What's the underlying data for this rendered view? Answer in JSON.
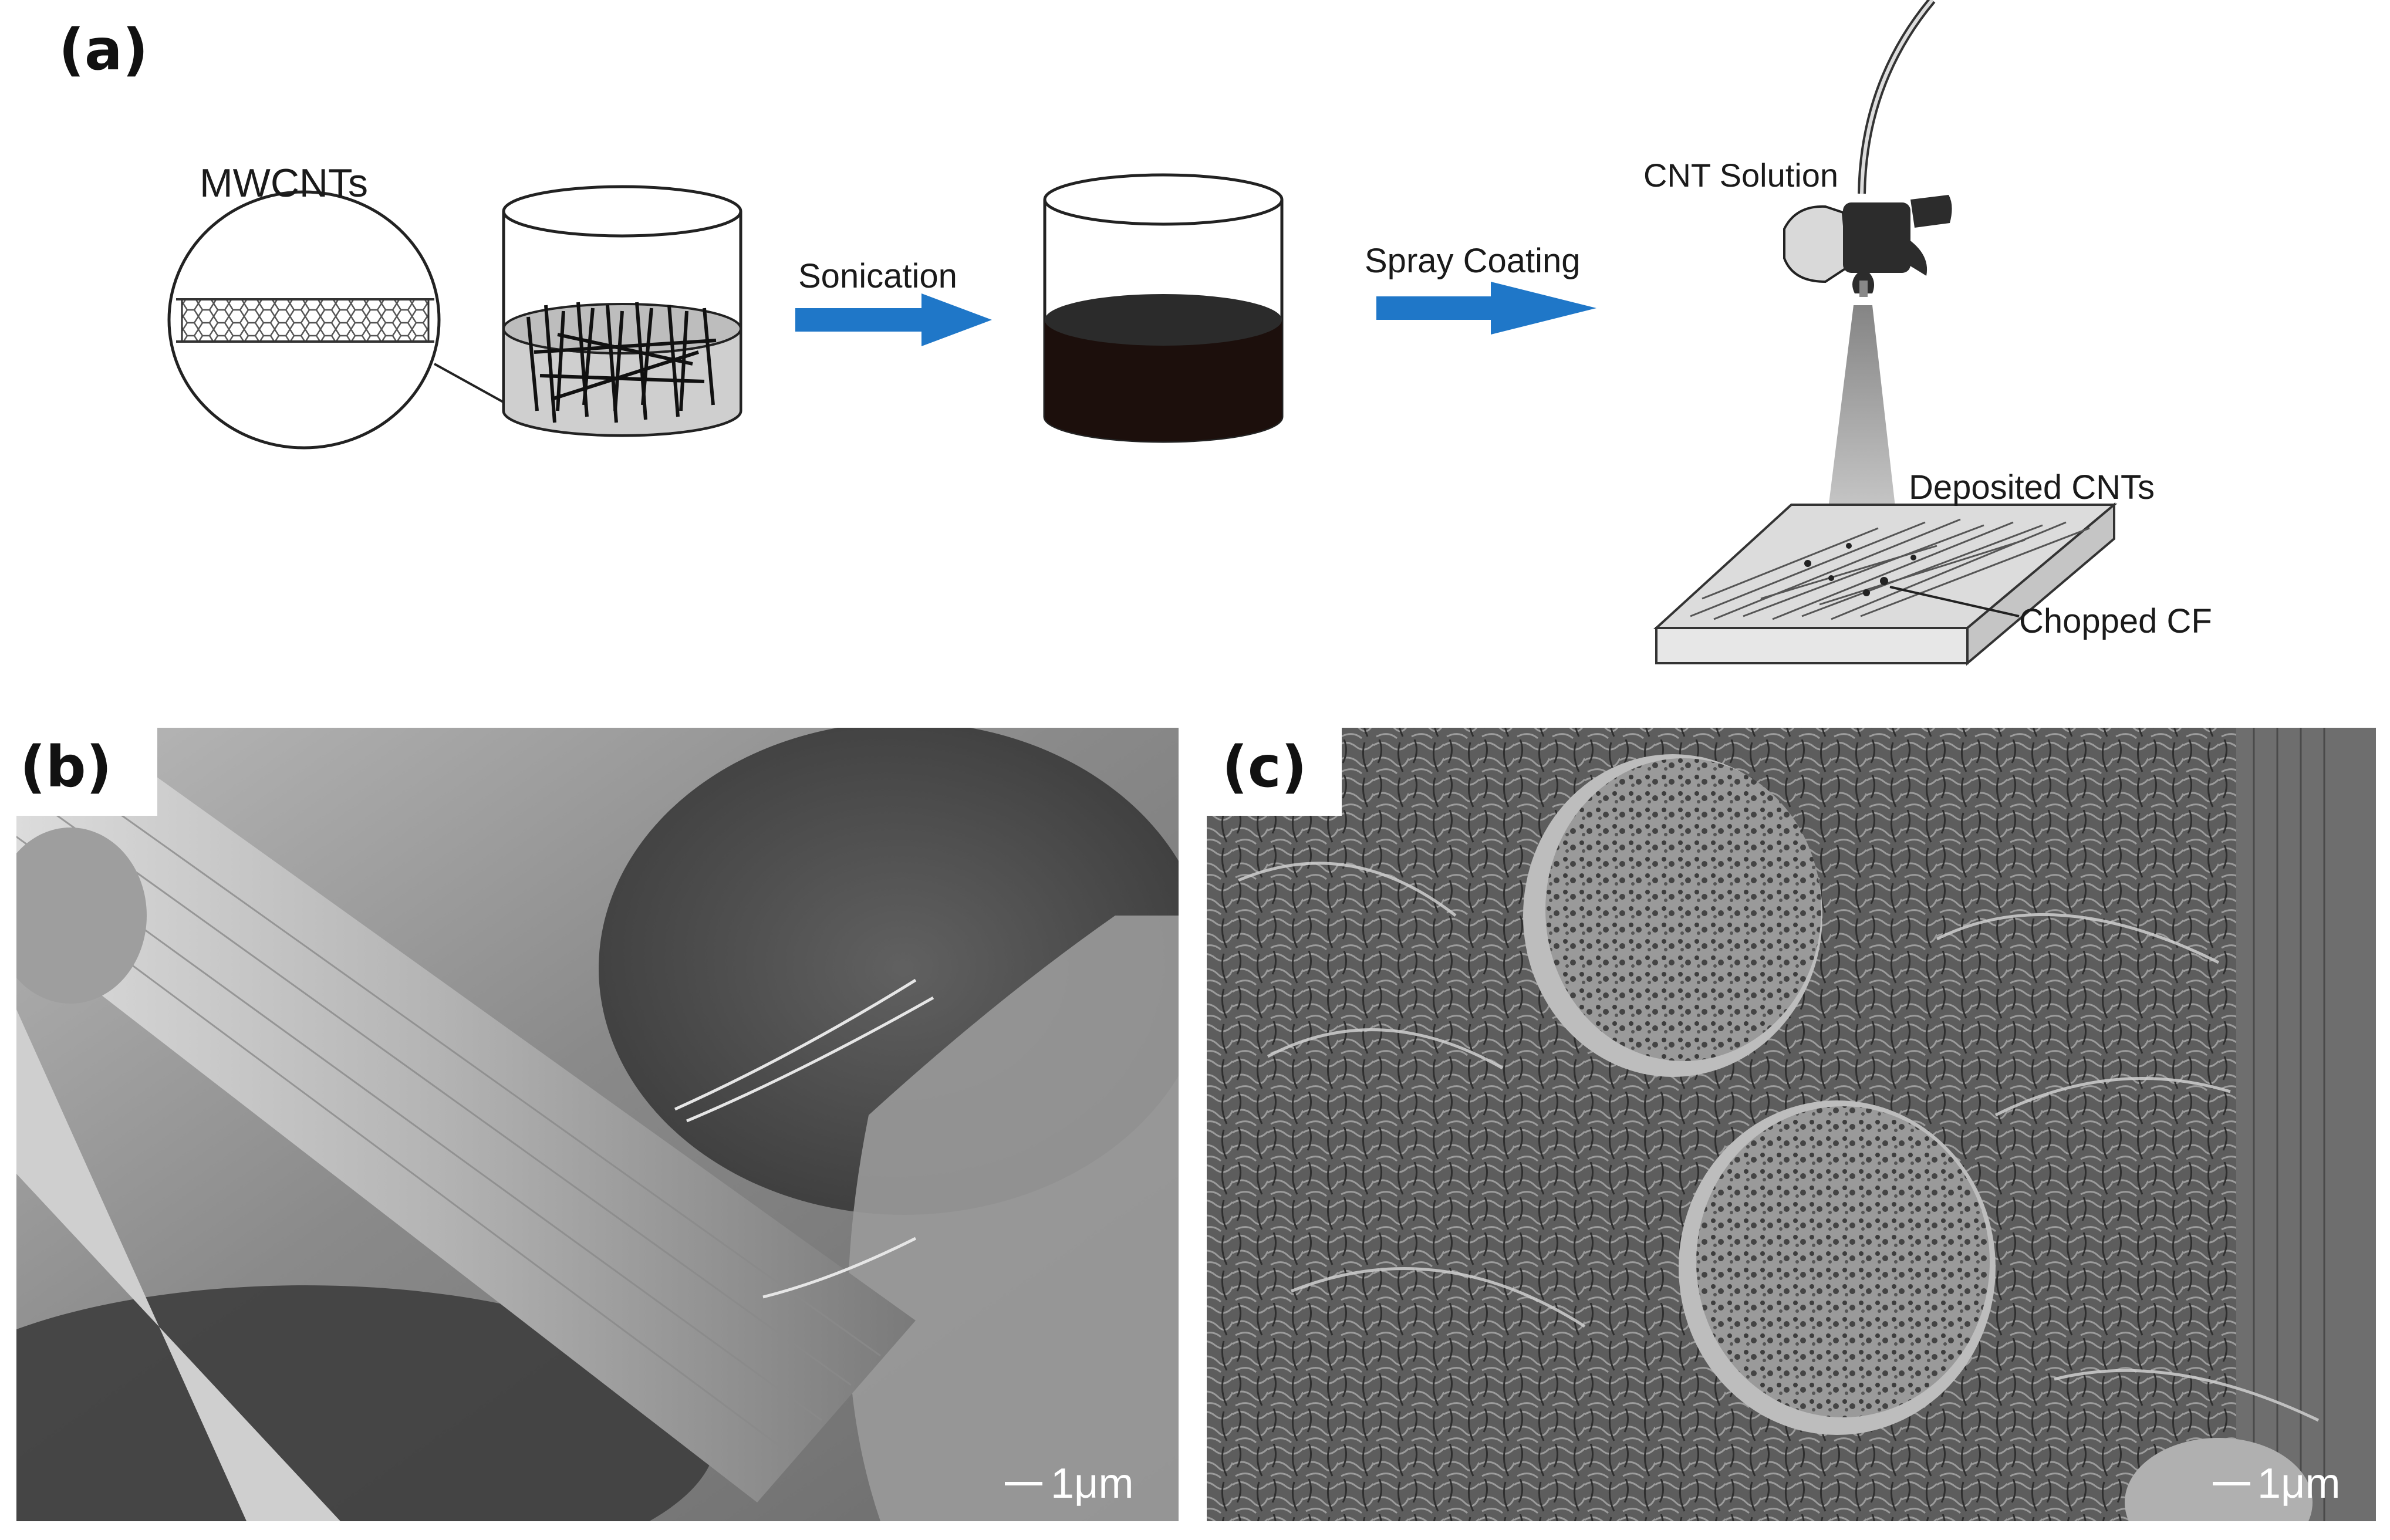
{
  "panels": {
    "a": {
      "letter": "(a)",
      "labels": {
        "mwcnts": "MWCNTs",
        "sonication": "Sonication",
        "spray_coating": "Spray Coating",
        "cnt_solution": "CNT Solution",
        "deposited_cnts": "Deposited CNTs",
        "chopped_cf": "Chopped CF"
      }
    },
    "b": {
      "letter": "(b)",
      "scale_bar": "1μm"
    },
    "c": {
      "letter": "(c)",
      "scale_bar": "1μm"
    }
  },
  "colors": {
    "arrow": "#1f77c8",
    "solution_dark": "#1c0f0c",
    "sem_mid": "#8c8c8c",
    "sem_dark": "#3a3a3a",
    "sem_light": "#c8c8c8"
  }
}
